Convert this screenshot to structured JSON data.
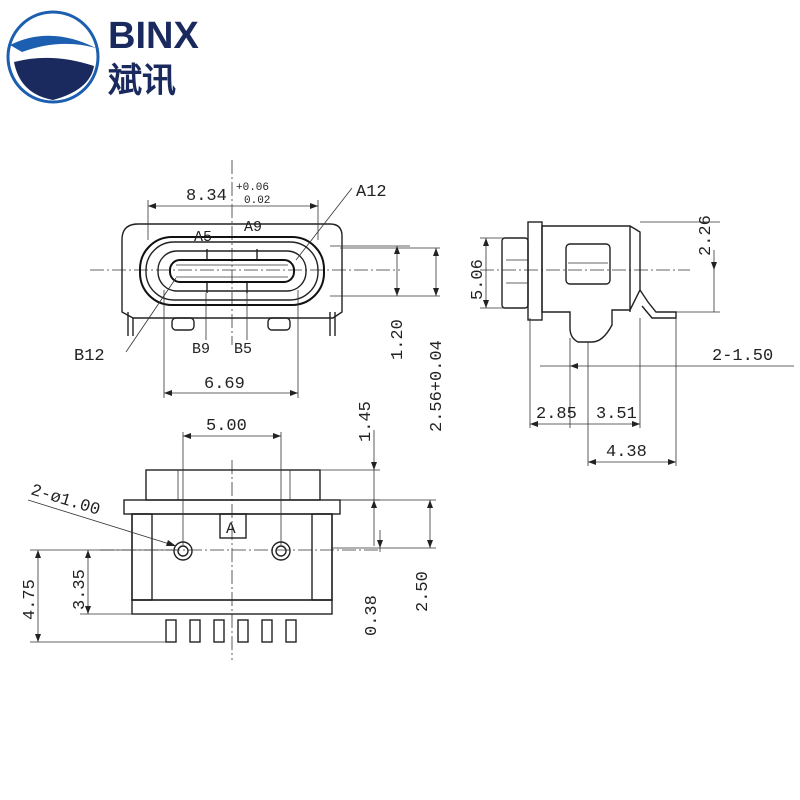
{
  "logo": {
    "name": "BINX",
    "name_cn": "斌讯",
    "colors": {
      "blue": "#1c5fb0",
      "navy": "#1a2a5e"
    }
  },
  "front_view": {
    "width_dim": "8.34",
    "tol_upper": "+0.06",
    "tol_lower": "0.02",
    "label_a12": "A12",
    "label_a5": "A5",
    "label_a9": "A9",
    "label_b12": "B12",
    "label_b9": "B9",
    "label_b5": "B5",
    "width_inner": "6.69",
    "height_1": "1.20",
    "height_2": "2.56+0.04"
  },
  "side_view": {
    "height": "5.06",
    "top": "2.26",
    "pitch": "2-1.50",
    "dim_a": "2.85",
    "dim_b": "3.51",
    "dim_c": "4.38"
  },
  "bottom_view": {
    "hole_spacing": "5.00",
    "holes": "2-ø1.00",
    "mark": "A",
    "d1": "1.45",
    "d2": "4.75",
    "d3": "3.35",
    "d4": "0.38",
    "d5": "2.50"
  }
}
